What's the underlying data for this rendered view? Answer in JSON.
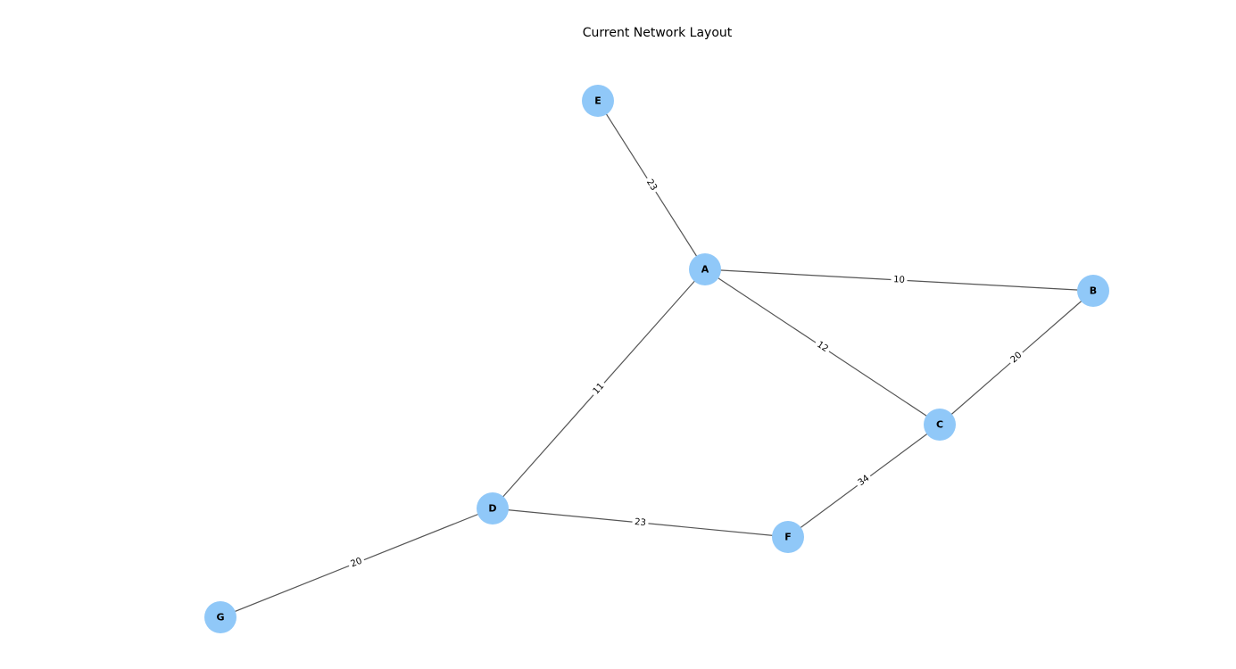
{
  "title": "Current Network Layout",
  "colors": {
    "node": "#90c8f8",
    "edge": "#555555"
  },
  "nodes": [
    {
      "id": "A"
    },
    {
      "id": "B"
    },
    {
      "id": "C"
    },
    {
      "id": "D"
    },
    {
      "id": "E"
    },
    {
      "id": "F"
    },
    {
      "id": "G"
    }
  ],
  "edges": [
    {
      "source": "E",
      "target": "A",
      "weight": "23"
    },
    {
      "source": "A",
      "target": "B",
      "weight": "10"
    },
    {
      "source": "A",
      "target": "C",
      "weight": "12"
    },
    {
      "source": "A",
      "target": "D",
      "weight": "11"
    },
    {
      "source": "B",
      "target": "C",
      "weight": "20"
    },
    {
      "source": "C",
      "target": "F",
      "weight": "34"
    },
    {
      "source": "D",
      "target": "F",
      "weight": "23"
    },
    {
      "source": "D",
      "target": "G",
      "weight": "20"
    }
  ]
}
